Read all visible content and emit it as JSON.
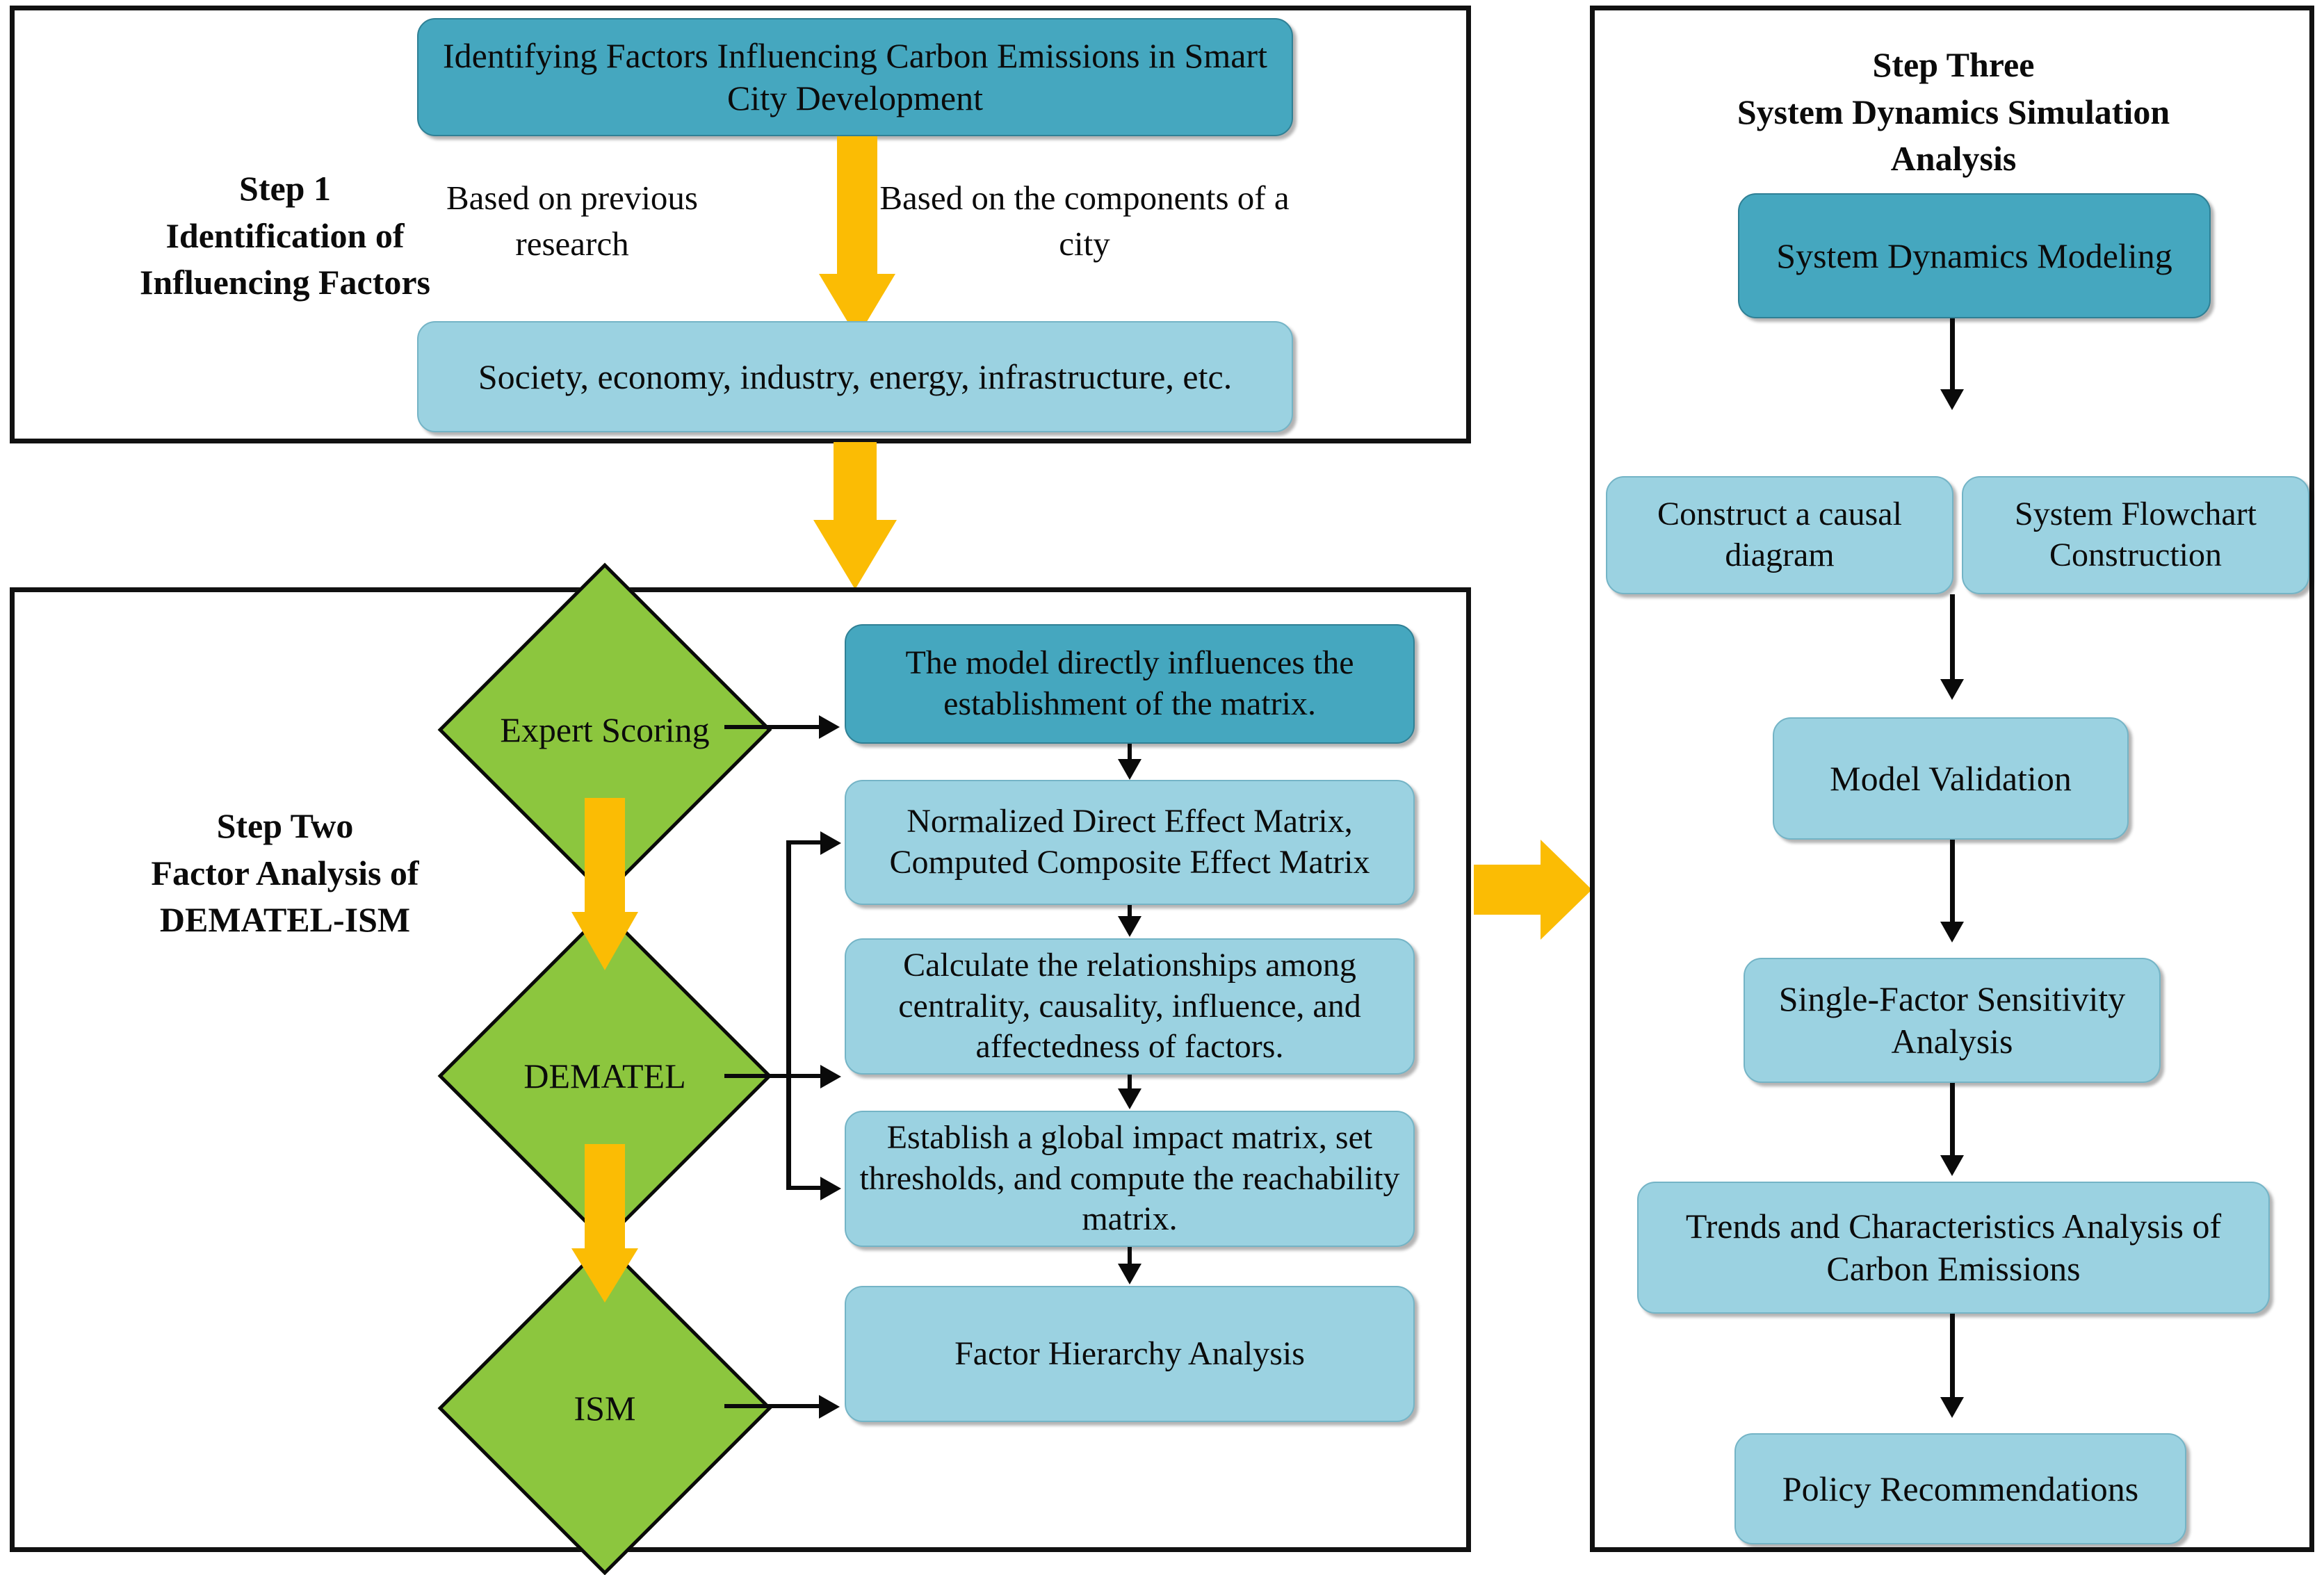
{
  "diagram": {
    "title_semantic": "three-step research framework flowchart",
    "colors": {
      "dark_blue": "#45A7BF",
      "light_blue": "#9BD2E1",
      "green": "#8CC63E",
      "yellow_arrow": "#FBBC04",
      "panel_border": "#111111"
    }
  },
  "step1": {
    "label_line1": "Step 1",
    "label_line2": "Identification of",
    "label_line3": "Influencing Factors",
    "top_box": "Identifying Factors Influencing Carbon Emissions in Smart City Development",
    "caption_left": "Based on previous research",
    "caption_right": "Based on the components of a city",
    "bottom_box": "Society, economy, industry, energy, infrastructure, etc."
  },
  "step2": {
    "label_line1": "Step Two",
    "label_line2": "Factor Analysis of",
    "label_line3": "DEMATEL-ISM",
    "diamonds": [
      {
        "id": "expert-scoring",
        "label": "Expert Scoring"
      },
      {
        "id": "dematel",
        "label": "DEMATEL"
      },
      {
        "id": "ism",
        "label": "ISM"
      }
    ],
    "boxes": [
      {
        "id": "model-matrix",
        "tone": "dark",
        "text": "The model directly influences the establishment of the matrix."
      },
      {
        "id": "normalized-matrix",
        "tone": "light",
        "text": "Normalized Direct Effect Matrix, Computed Composite Effect Matrix"
      },
      {
        "id": "calculate-relationships",
        "tone": "light",
        "text": "Calculate the relationships among centrality, causality, influence, and affectedness of factors."
      },
      {
        "id": "global-impact-matrix",
        "tone": "light",
        "text": "Establish a global impact matrix, set thresholds, and compute the reachability matrix."
      },
      {
        "id": "factor-hierarchy",
        "tone": "light",
        "text": "Factor Hierarchy Analysis"
      }
    ]
  },
  "step3": {
    "label_line1": "Step Three",
    "label_line2": "System Dynamics Simulation",
    "label_line3": "Analysis",
    "boxes": [
      {
        "id": "system-dynamics-modeling",
        "tone": "dark",
        "text": "System Dynamics Modeling"
      },
      {
        "id": "causal-diagram",
        "tone": "light",
        "text": "Construct a causal diagram"
      },
      {
        "id": "system-flowchart",
        "tone": "light",
        "text": "System Flowchart Construction"
      },
      {
        "id": "model-validation",
        "tone": "light",
        "text": "Model Validation"
      },
      {
        "id": "sensitivity-analysis",
        "tone": "light",
        "text": "Single-Factor Sensitivity Analysis"
      },
      {
        "id": "trends-characteristics",
        "tone": "light",
        "text": "Trends and Characteristics Analysis of Carbon Emissions"
      },
      {
        "id": "policy-recommendations",
        "tone": "light",
        "text": "Policy Recommendations"
      }
    ]
  }
}
